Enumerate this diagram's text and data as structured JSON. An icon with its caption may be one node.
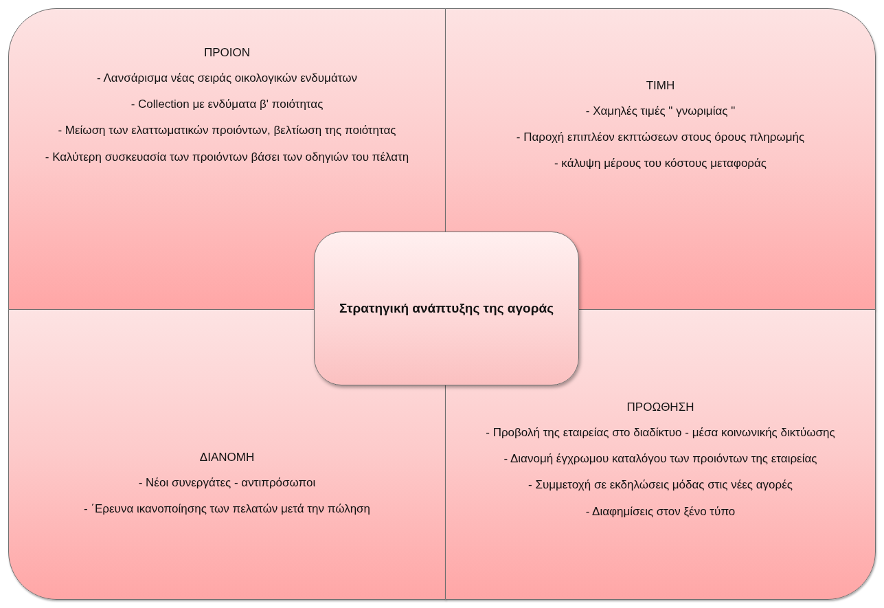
{
  "diagram": {
    "nodes": [
      {
        "text": [
          "ΠΡΟΙΟΝ",
          "- Λανσάρισμα νέας σειράς οικολογικών ενδυμάτων",
          "- Collection με ενδύματα β' ποιότητας",
          "- Μείωση των ελαττωματικών προιόντων, βελτίωση της ποιότητας",
          "- Καλύτερη συσκευασία των προιόντων βάσει των οδηγιών του πέλατη"
        ]
      },
      {
        "text": [
          "ΤΙΜΗ",
          "- Χαμηλές τιμές \" γνωριμίας \"",
          "- Παροχή επιπλέον εκπτώσεων στους όρους πληρωμής",
          "- κάλυψη μέρους του κόστους μεταφοράς"
        ]
      },
      {
        "text": [
          "Στρατηγική ανάπτυξης της αγοράς"
        ]
      },
      {
        "text": [
          "ΔΙΑΝΟΜΗ",
          "- Νέοι συνεργάτες - αντιπρόσωποι",
          "- ΄Ερευνα ικανοποίησης των πελατών μετά την πώληση"
        ]
      },
      {
        "text": [
          "ΠΡΟΩΘΗΣΗ",
          "- Προβολή της εταιρείας στο διαδίκτυο - μέσα κοινωνικής δικτύωσης",
          "- Διανομή έγχρωμου καταλόγου των προιόντων της εταιρείας",
          "- Συμμετοχή σε εκδηλώσεις μόδας στις νέες αγορές",
          "- Διαφημίσεις στον ξένο τύπο"
        ]
      }
    ]
  }
}
